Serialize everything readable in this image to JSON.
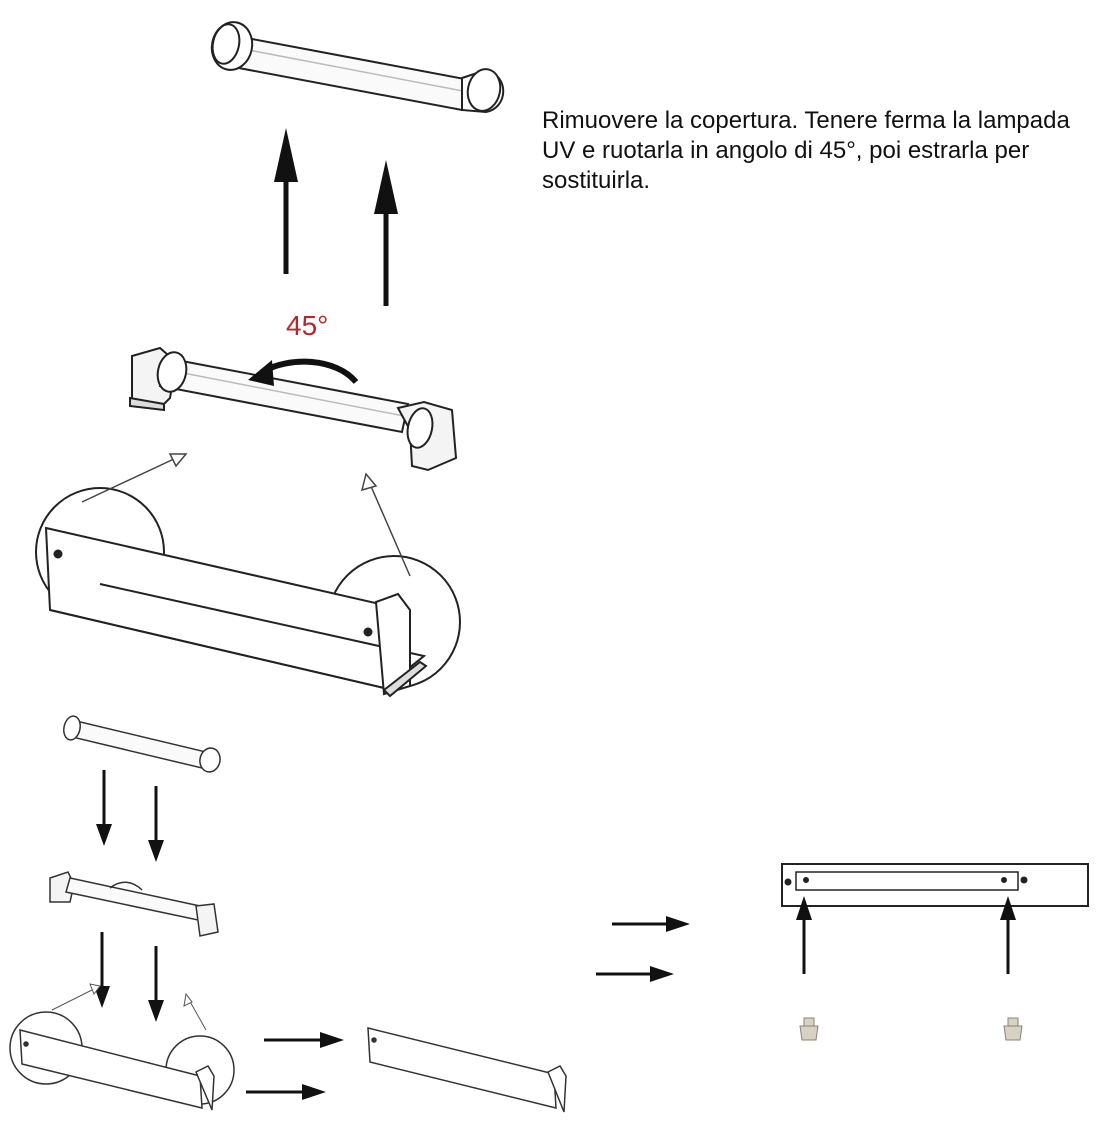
{
  "instructions": {
    "lines": [
      "Rimuovere la copertura. Tenere ferma la lampada",
      "UV e ruotarla in angolo di 45°, poi estrarla per",
      "sostituirla."
    ]
  },
  "rotation": {
    "angle_label": "45°"
  },
  "colors": {
    "ink": "#111111",
    "accent": "#b5272d",
    "line": "#222222"
  }
}
